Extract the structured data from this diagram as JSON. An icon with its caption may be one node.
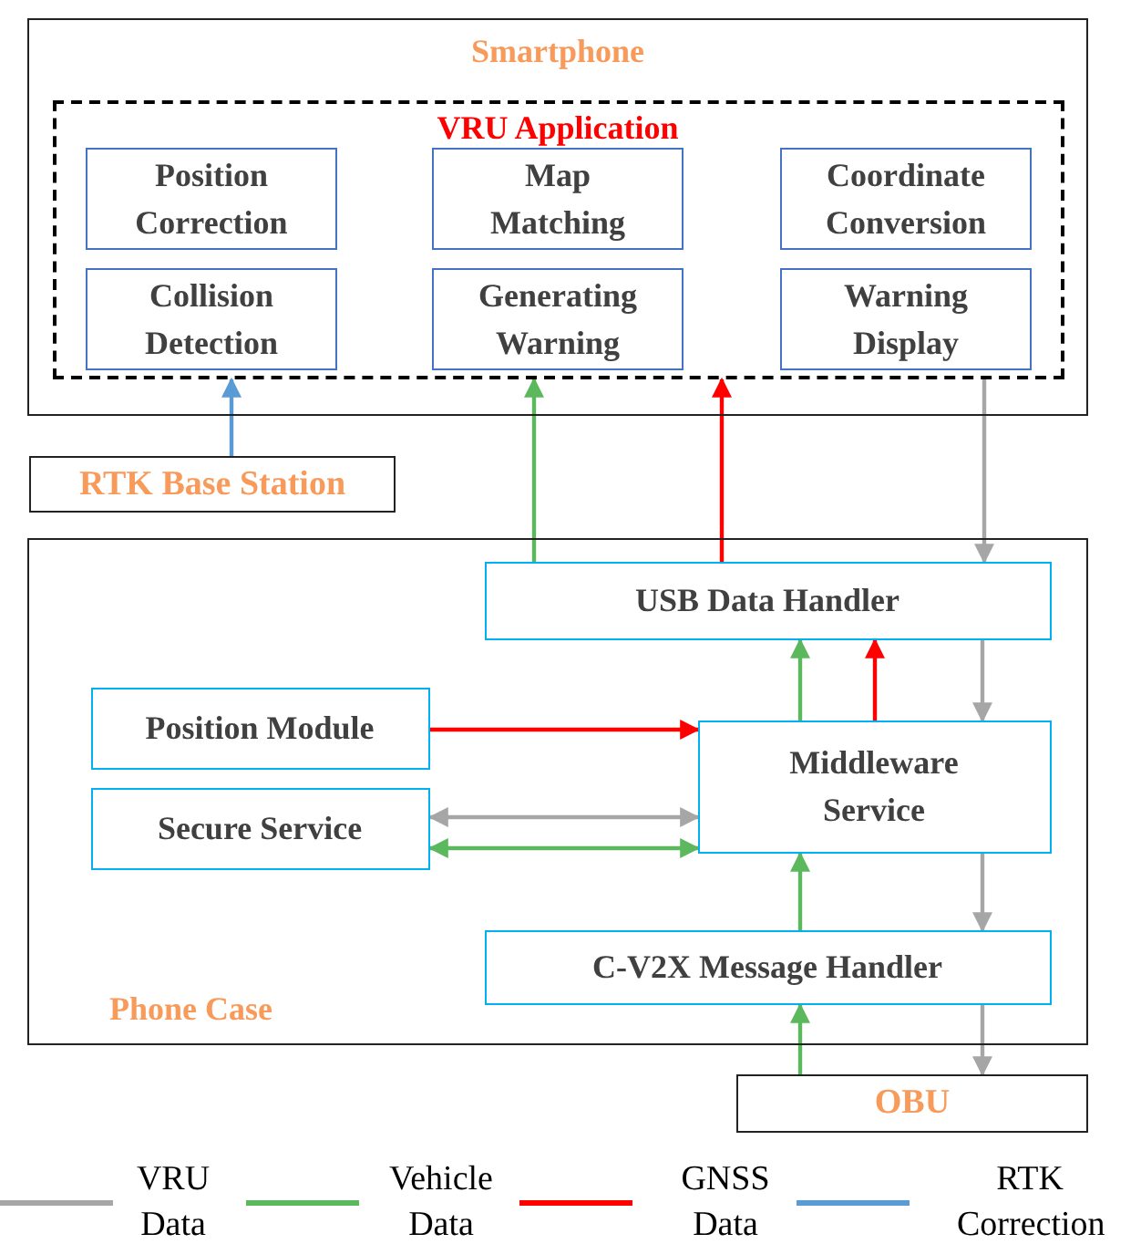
{
  "diagram": {
    "nodes": [
      {
        "text": [
          "Smartphone"
        ]
      },
      {
        "text": [
          "VRU Application"
        ],
        "in": 0
      },
      {
        "text": [
          "Position Correction"
        ],
        "in": 1
      },
      {
        "text": [
          "Map Matching"
        ],
        "in": 1
      },
      {
        "text": [
          "Coordinate Conversion"
        ],
        "in": 1
      },
      {
        "text": [
          "Collision Detection"
        ],
        "in": 1
      },
      {
        "text": [
          "Generating Warning"
        ],
        "in": 1
      },
      {
        "text": [
          "Warning Display"
        ],
        "in": 1
      },
      {
        "text": [
          "RTK Base Station"
        ]
      },
      {
        "text": [
          "Phone Case"
        ]
      },
      {
        "text": [
          "USB Data Handler"
        ],
        "in": 9
      },
      {
        "text": [
          "Position Module"
        ],
        "in": 9
      },
      {
        "text": [
          "Middleware Service"
        ],
        "in": 9
      },
      {
        "text": [
          "Secure Service"
        ],
        "in": 9
      },
      {
        "text": [
          "C-V2X  Message Handler"
        ],
        "in": 9
      },
      {
        "text": [
          "OBU"
        ]
      }
    ],
    "edges": [
      {
        "from": 8,
        "to": 1,
        "arrow": "to",
        "color": "#5b9bd5"
      },
      {
        "from": 10,
        "to": 1,
        "arrow": "to",
        "color": "#5cb85c"
      },
      {
        "from": 10,
        "to": 1,
        "arrow": "to",
        "color": "#ff0000"
      },
      {
        "from": 1,
        "to": 10,
        "arrow": "to",
        "color": "#a6a6a6"
      },
      {
        "from": 12,
        "to": 10,
        "arrow": "to",
        "color": "#5cb85c"
      },
      {
        "from": 12,
        "to": 10,
        "arrow": "to",
        "color": "#ff0000"
      },
      {
        "from": 10,
        "to": 12,
        "arrow": "to",
        "color": "#a6a6a6"
      },
      {
        "from": 11,
        "to": 12,
        "arrow": "to",
        "color": "#ff0000"
      },
      {
        "from": 13,
        "to": 12,
        "arrow": "both",
        "color": "#a6a6a6"
      },
      {
        "from": 13,
        "to": 12,
        "arrow": "both",
        "color": "#5cb85c"
      },
      {
        "from": 14,
        "to": 12,
        "arrow": "to",
        "color": "#5cb85c"
      },
      {
        "from": 12,
        "to": 14,
        "arrow": "to",
        "color": "#a6a6a6"
      },
      {
        "from": 15,
        "to": 14,
        "arrow": "to",
        "color": "#5cb85c"
      },
      {
        "from": 14,
        "to": 15,
        "arrow": "to",
        "color": "#a6a6a6"
      }
    ],
    "legend": [
      {
        "text": "VRU Data",
        "color": "#a6a6a6"
      },
      {
        "text": "Vehicle Data",
        "color": "#5cb85c"
      },
      {
        "text": "GNSS Data",
        "color": "#ff0000"
      },
      {
        "text": "RTK Correction",
        "color": "#5b9bd5"
      }
    ]
  }
}
